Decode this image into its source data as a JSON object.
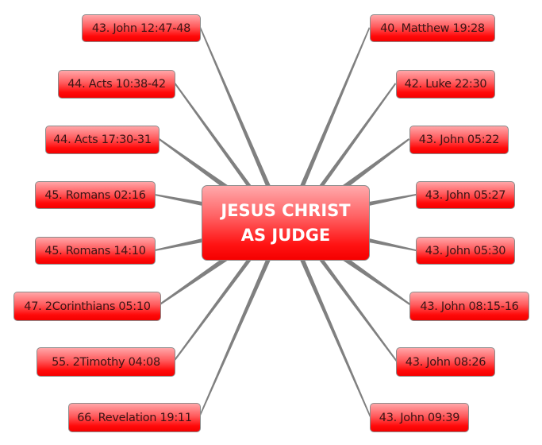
{
  "central_topic": {
    "line1": "JESUS CHRIST",
    "line2": "AS JUDGE"
  },
  "colors": {
    "node_top": "#ffa6a8",
    "node_bottom": "#f40000",
    "node_border": "#8c8c8c",
    "connector": "#808080",
    "central_text": "#ffffff",
    "node_text": "#3a1414"
  },
  "left_branches": [
    {
      "label": "43. John 12:47-48"
    },
    {
      "label": "44. Acts 10:38-42"
    },
    {
      "label": "44. Acts 17:30-31"
    },
    {
      "label": "45. Romans 02:16"
    },
    {
      "label": "45. Romans 14:10"
    },
    {
      "label": "47. 2Corinthians 05:10"
    },
    {
      "label": "55. 2Timothy 04:08"
    },
    {
      "label": "66. Revelation 19:11"
    }
  ],
  "right_branches": [
    {
      "label": "40. Matthew 19:28"
    },
    {
      "label": "42. Luke 22:30"
    },
    {
      "label": "43. John 05:22"
    },
    {
      "label": "43. John 05:27"
    },
    {
      "label": "43. John 05:30"
    },
    {
      "label": "43. John 08:15-16"
    },
    {
      "label": "43. John 08:26"
    },
    {
      "label": "43. John 09:39"
    }
  ]
}
